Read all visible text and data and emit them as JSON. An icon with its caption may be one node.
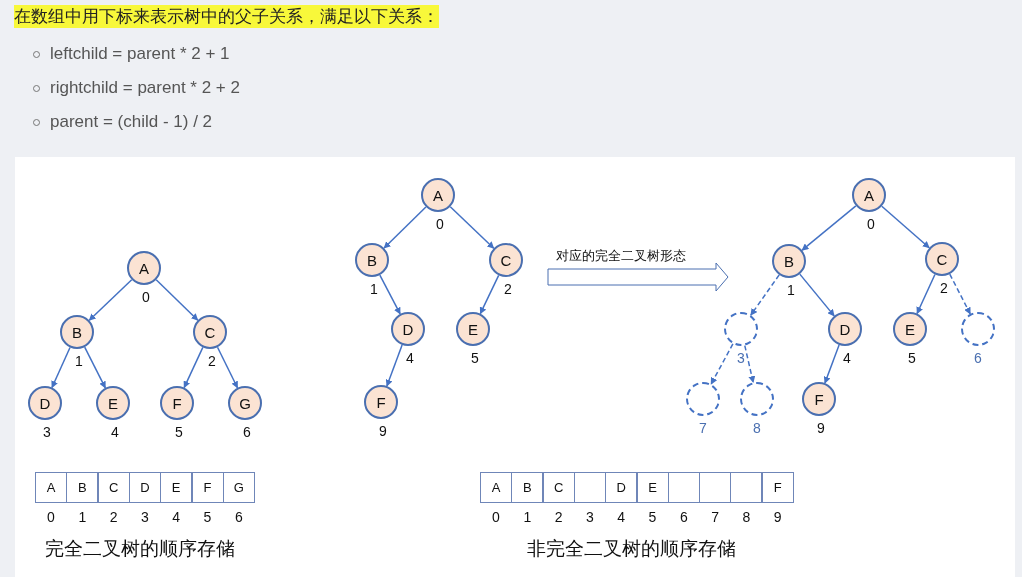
{
  "diagram": {
    "title": "在数组中用下标来表示树中的父子关系，满足以下关系：",
    "nodes": [
      {
        "text": [
          "A"
        ],
        "beside": [
          "0"
        ]
      },
      {
        "text": [
          "B"
        ],
        "beside": [
          "1"
        ]
      },
      {
        "text": [
          "C"
        ],
        "beside": [
          "2"
        ]
      },
      {
        "text": [
          "D"
        ],
        "beside": [
          "3"
        ]
      },
      {
        "text": [
          "E"
        ],
        "beside": [
          "4"
        ]
      },
      {
        "text": [
          "F"
        ],
        "beside": [
          "5"
        ]
      },
      {
        "text": [
          "G"
        ],
        "beside": [
          "6"
        ]
      },
      {
        "text": [
          "A"
        ],
        "beside": [
          "0"
        ]
      },
      {
        "text": [
          "B"
        ],
        "beside": [
          "1"
        ]
      },
      {
        "text": [
          "C"
        ],
        "beside": [
          "2"
        ]
      },
      {
        "text": [
          "D"
        ],
        "beside": [
          "4"
        ]
      },
      {
        "text": [
          "E"
        ],
        "beside": [
          "5"
        ]
      },
      {
        "text": [
          "F"
        ],
        "beside": [
          "9"
        ]
      },
      {
        "text": [
          "A"
        ],
        "beside": [
          "0"
        ]
      },
      {
        "text": [
          "B"
        ],
        "beside": [
          "1"
        ]
      },
      {
        "text": [
          "C"
        ],
        "beside": [
          "2"
        ]
      },
      {
        "text": [],
        "shape": "circle",
        "beside": [
          "3"
        ]
      },
      {
        "text": [
          "D"
        ],
        "beside": [
          "4"
        ]
      },
      {
        "text": [
          "E"
        ],
        "beside": [
          "5"
        ]
      },
      {
        "text": [],
        "shape": "circle",
        "beside": [
          "6"
        ]
      },
      {
        "text": [],
        "shape": "circle",
        "beside": [
          "7"
        ]
      },
      {
        "text": [],
        "shape": "circle",
        "beside": [
          "8"
        ]
      },
      {
        "text": [
          "F"
        ],
        "beside": [
          "9"
        ]
      }
    ],
    "edges": [
      {
        "from": 0,
        "to": 1,
        "arrow": "to"
      },
      {
        "from": 0,
        "to": 2,
        "arrow": "to"
      },
      {
        "from": 1,
        "to": 3,
        "arrow": "to"
      },
      {
        "from": 1,
        "to": 4,
        "arrow": "to"
      },
      {
        "from": 2,
        "to": 5,
        "arrow": "to"
      },
      {
        "from": 2,
        "to": 6,
        "arrow": "to"
      },
      {
        "from": 7,
        "to": 8,
        "arrow": "to"
      },
      {
        "from": 7,
        "to": 9,
        "arrow": "to"
      },
      {
        "from": 8,
        "to": 10,
        "arrow": "to"
      },
      {
        "from": 9,
        "to": 11,
        "arrow": "to"
      },
      {
        "from": 10,
        "to": 12,
        "arrow": "to"
      },
      {
        "from": 13,
        "to": 14,
        "arrow": "to"
      },
      {
        "from": 13,
        "to": 15,
        "arrow": "to"
      },
      {
        "from": 14,
        "to": 16,
        "arrow": "to",
        "style": "dashed"
      },
      {
        "from": 14,
        "to": 17,
        "arrow": "to"
      },
      {
        "from": 15,
        "to": 18,
        "arrow": "to"
      },
      {
        "from": 15,
        "to": 19,
        "arrow": "to",
        "style": "dashed"
      },
      {
        "from": 16,
        "to": 20,
        "arrow": "to",
        "style": "dashed"
      },
      {
        "from": 16,
        "to": 21,
        "arrow": "to",
        "style": "dashed"
      },
      {
        "from": 17,
        "to": 22,
        "arrow": "to"
      }
    ],
    "labels": [
      "leftchild = parent * 2 + 1",
      "rightchild = parent * 2 + 2",
      "parent = (child - 1) / 2",
      "对应的完全二叉树形态",
      "A",
      "B",
      "C",
      "D",
      "E",
      "F",
      "G",
      "0",
      "1",
      "2",
      "3",
      "4",
      "5",
      "6",
      "完全二叉树的顺序存储",
      "A",
      "B",
      "C",
      "D",
      "E",
      "F",
      "0",
      "1",
      "2",
      "3",
      "4",
      "5",
      "6",
      "7",
      "8",
      "9",
      "非完全二叉树的顺序存储"
    ]
  }
}
